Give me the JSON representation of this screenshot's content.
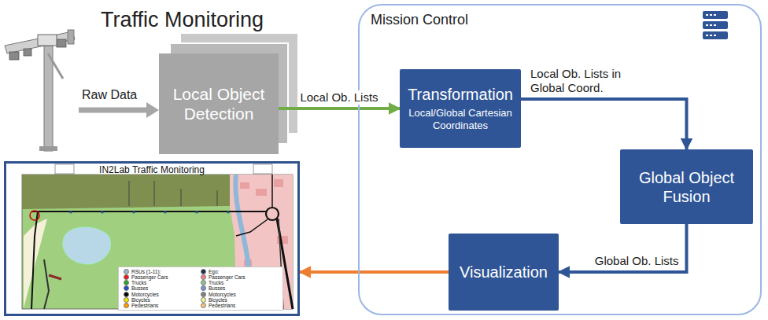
{
  "diagram": {
    "title": "Traffic Monitoring",
    "nodes": [
      {
        "text": [
          "Local Object Detection"
        ]
      },
      {
        "text": [
          "Mission Control"
        ]
      },
      {
        "text": [
          "Transformation",
          "Local/Global Cartesian Coordinates"
        ],
        "in": 1
      },
      {
        "text": [
          "Global Object Fusion"
        ],
        "in": 1
      },
      {
        "text": [
          "Visualization"
        ],
        "in": 1
      },
      {
        "text": [
          "IN2Lab Traffic Monitoring"
        ]
      }
    ],
    "edges": [
      {
        "from": 0,
        "to": 2,
        "arrow": "to",
        "label": "Local Ob. Lists"
      },
      {
        "from": 2,
        "to": 3,
        "arrow": "to",
        "label": "Local Ob. Lists in Global Coord."
      },
      {
        "from": 3,
        "to": 4,
        "arrow": "to",
        "label": "Global Ob. Lists"
      },
      {
        "from": 4,
        "to": 5,
        "arrow": "to"
      }
    ],
    "labels": [
      "Raw Data"
    ],
    "legend": [
      {
        "text": "RSUs (1-11):",
        "color": "#9bb7c9"
      },
      {
        "text": "Passenger Cars",
        "color": "#e41a1c"
      },
      {
        "text": "Trucks",
        "color": "#2ca02c"
      },
      {
        "text": "Busses",
        "color": "#1f4fbf"
      },
      {
        "text": "Motorcycles",
        "color": "#000000"
      },
      {
        "text": "Bicycles",
        "color": "#f0e000"
      },
      {
        "text": "Pedestrians",
        "color": "#ff9900"
      },
      {
        "text": "Ego:",
        "color": "#1f2f4f"
      },
      {
        "text": "Passenger Cars",
        "color": "#f08080"
      },
      {
        "text": "Trucks",
        "color": "#90c090"
      },
      {
        "text": "Busses",
        "color": "#8090d0"
      },
      {
        "text": "Motorcycles",
        "color": "#808080"
      },
      {
        "text": "Bicycles",
        "color": "#f0f0a0"
      },
      {
        "text": "Pedestrians",
        "color": "#f0c080"
      }
    ]
  }
}
